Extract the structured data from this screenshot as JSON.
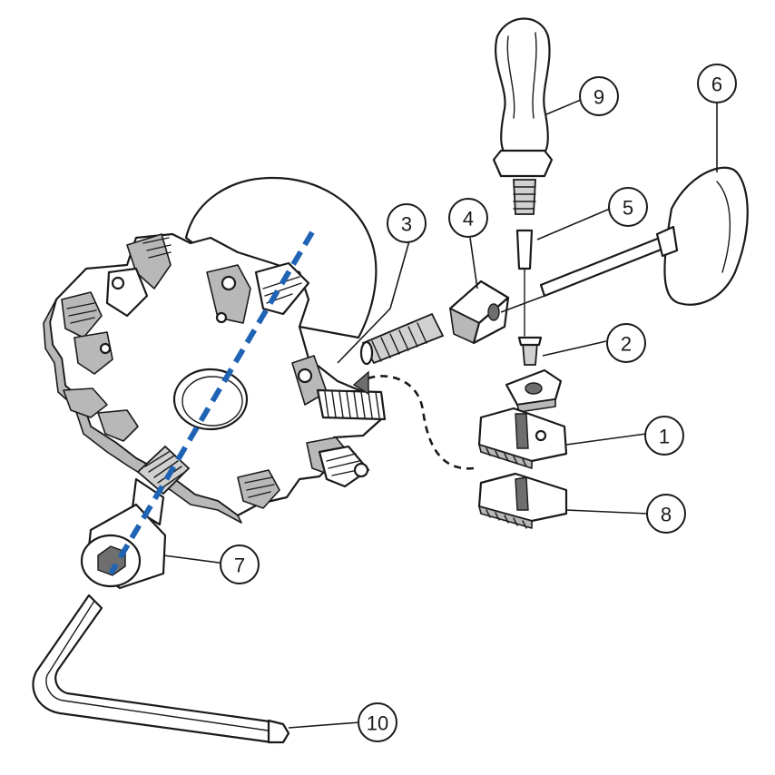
{
  "callouts": [
    {
      "id": "callout-1",
      "label": "1"
    },
    {
      "id": "callout-2",
      "label": "2"
    },
    {
      "id": "callout-3",
      "label": "3"
    },
    {
      "id": "callout-4",
      "label": "4"
    },
    {
      "id": "callout-5",
      "label": "5"
    },
    {
      "id": "callout-6",
      "label": "6"
    },
    {
      "id": "callout-7",
      "label": "7"
    },
    {
      "id": "callout-8",
      "label": "8"
    },
    {
      "id": "callout-9",
      "label": "9"
    },
    {
      "id": "callout-10",
      "label": "10"
    }
  ],
  "colors": {
    "axis": "#1f63b4",
    "line": "#1a1a1a",
    "shade": "#b8b8b8"
  }
}
